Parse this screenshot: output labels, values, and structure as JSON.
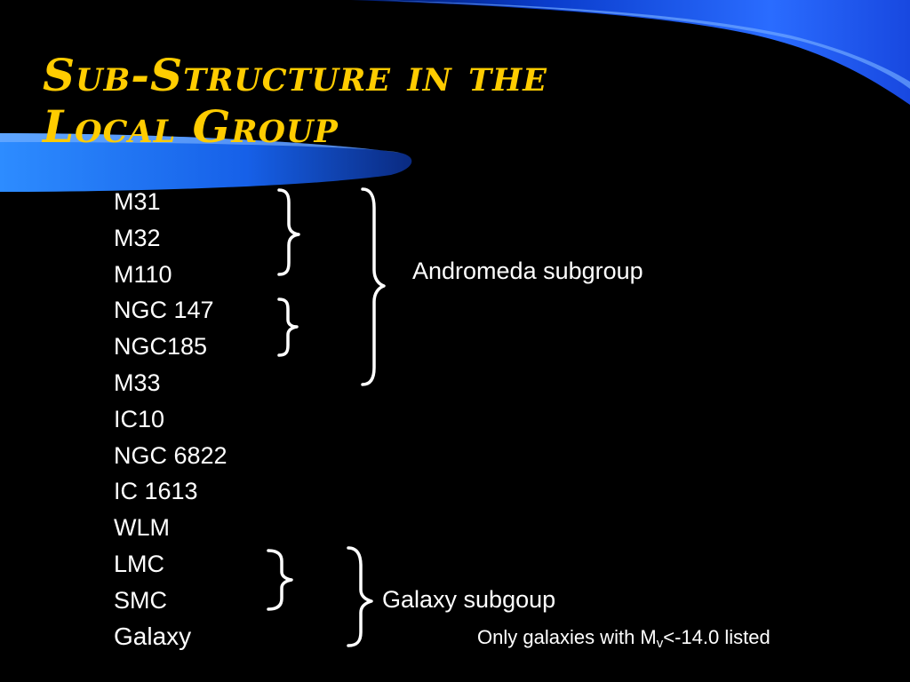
{
  "title": {
    "line1": "Sub-Structure in the",
    "line2": "Local Group"
  },
  "galaxies": [
    "M31",
    "M32",
    "M110",
    "NGC 147",
    "NGC185",
    "M33",
    "IC10",
    "NGC 6822",
    "IC 1613",
    "WLM",
    "LMC",
    "SMC",
    "Galaxy"
  ],
  "labels": {
    "andromeda": "Andromeda subgroup",
    "galaxy": "Galaxy subgoup"
  },
  "note": {
    "prefix": "Only galaxies with M",
    "subscript": "v",
    "suffix": "<-14.0 listed"
  },
  "colors": {
    "title": "#ffcc00",
    "background": "#000000",
    "text": "#ffffff",
    "accent": "#1e5cff"
  }
}
